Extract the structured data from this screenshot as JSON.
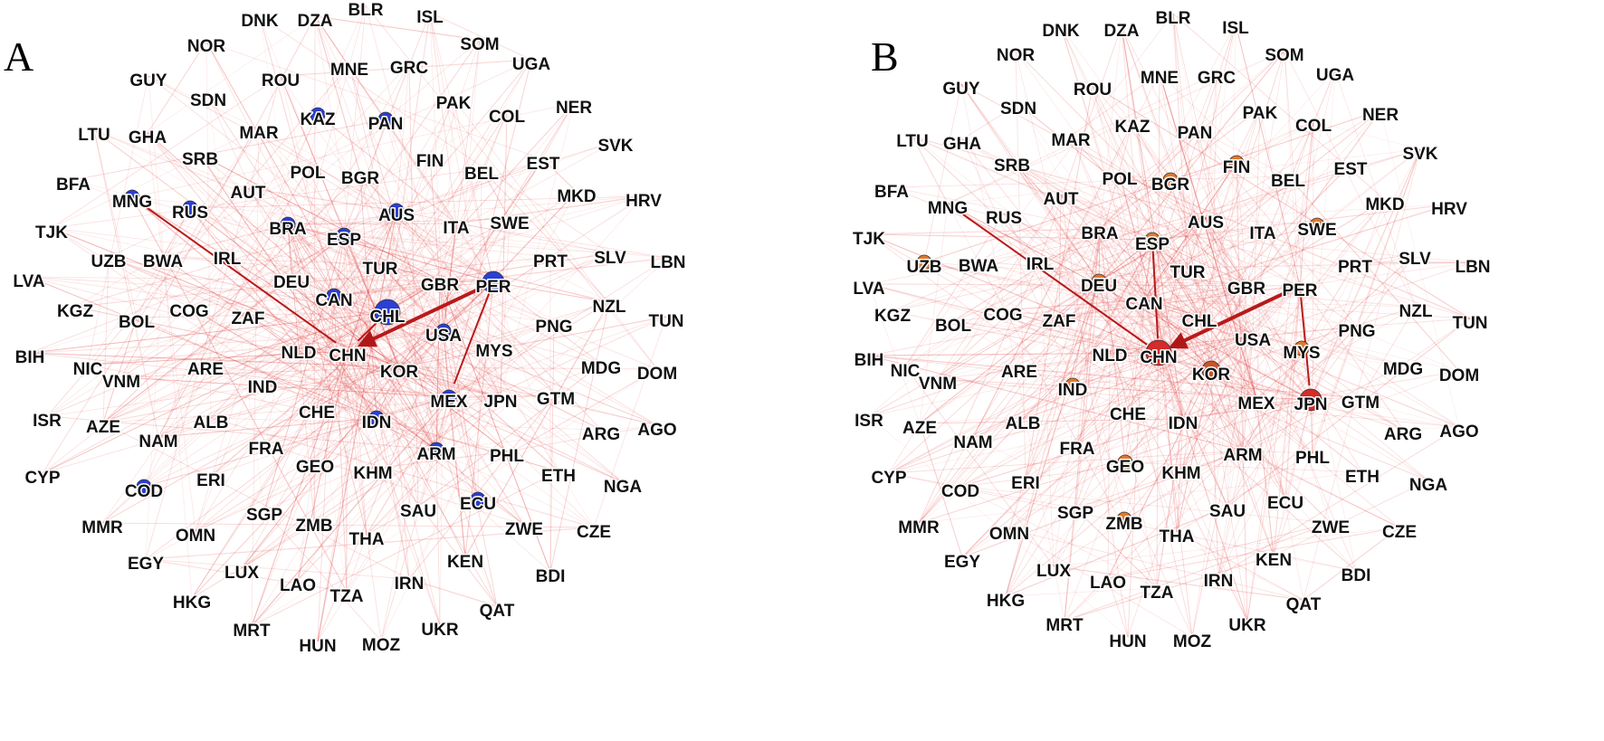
{
  "figure": {
    "panels": [
      {
        "label": "A",
        "highlight_color": "#2b3fd6",
        "highlighted_nodes": [
          "KAZ",
          "PAN",
          "MNG",
          "RUS",
          "BRA",
          "AUS",
          "ESP",
          "CAN",
          "CHL",
          "PER",
          "USA",
          "MEX",
          "IDN",
          "ARM",
          "ECU",
          "COD"
        ],
        "large_nodes": [
          "CHL",
          "PER"
        ],
        "strong_links": [
          [
            "PER",
            "CHN"
          ],
          [
            "CHL",
            "CHN"
          ],
          [
            "MNG",
            "CHN"
          ],
          [
            "PER",
            "MEX"
          ]
        ]
      },
      {
        "label": "B",
        "highlight_color": "#e07a2e",
        "highlighted_nodes": [
          "FIN",
          "BGR",
          "ESP",
          "DEU",
          "UZB",
          "SWE",
          "MYS",
          "KOR",
          "IND",
          "GEO",
          "ZMB",
          "JPN",
          "CHN"
        ],
        "large_nodes": [
          "CHN",
          "JPN",
          "KOR"
        ],
        "strong_links": [
          [
            "PER",
            "CHN"
          ],
          [
            "MNG",
            "CHN"
          ],
          [
            "PER",
            "JPN"
          ],
          [
            "ESP",
            "CHN"
          ]
        ]
      }
    ],
    "edge_color": "#e03030",
    "node_label_color": "#111111"
  }
}
